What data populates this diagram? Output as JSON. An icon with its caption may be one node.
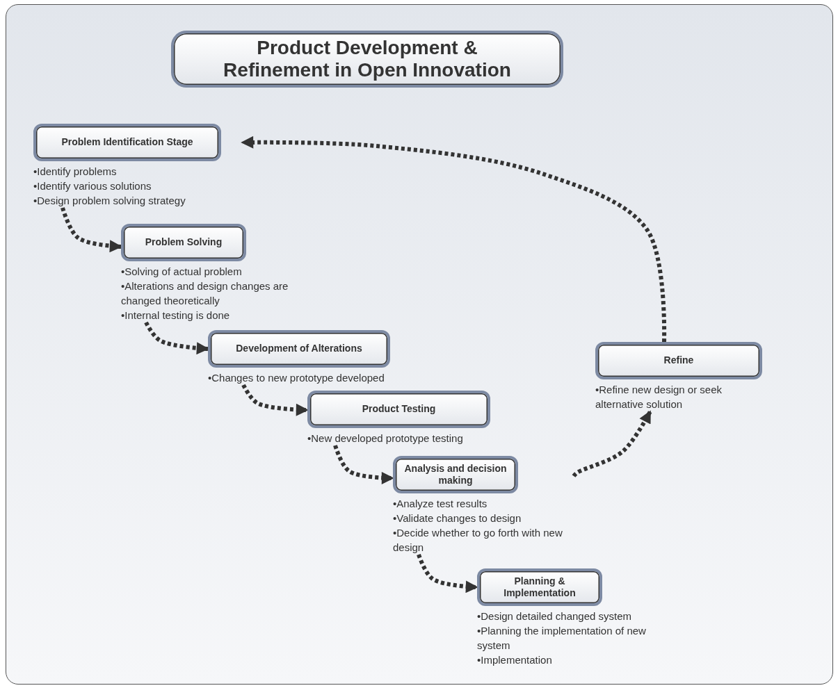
{
  "diagram": {
    "title": "Product Development & Refinement in Open Innovation",
    "nodes": [
      {
        "text": [
          "Problem Identification Stage"
        ],
        "beside": [
          "•Identify problems",
          "•Identify various solutions",
          "•Design problem solving strategy"
        ]
      },
      {
        "text": [
          "Problem Solving"
        ],
        "beside": [
          "•Solving of actual problem",
          "•Alterations and design changes are changed theoretically",
          "•Internal testing is done"
        ]
      },
      {
        "text": [
          "Development of Alterations"
        ],
        "beside": [
          "•Changes to new prototype developed"
        ]
      },
      {
        "text": [
          "Product Testing"
        ],
        "beside": [
          "•New developed prototype testing"
        ]
      },
      {
        "text": [
          "Analysis and decision making"
        ],
        "beside": [
          "•Analyze test results",
          "•Validate changes to design",
          "•Decide whether to go forth with new design"
        ]
      },
      {
        "text": [
          "Planning & Implementation"
        ],
        "beside": [
          "•Design detailed changed system",
          "•Planning the implementation of new system",
          "•Implementation"
        ]
      },
      {
        "text": [
          "Refine"
        ],
        "beside": [
          "•Refine new design or seek alternative solution"
        ]
      }
    ],
    "edges": [
      {
        "from": 0,
        "to": 1,
        "arrow": "to"
      },
      {
        "from": 1,
        "to": 2,
        "arrow": "to"
      },
      {
        "from": 2,
        "to": 3,
        "arrow": "to"
      },
      {
        "from": 3,
        "to": 4,
        "arrow": "to"
      },
      {
        "from": 4,
        "to": 5,
        "arrow": "to"
      },
      {
        "from": 4,
        "to": 6,
        "arrow": "to"
      },
      {
        "from": 6,
        "to": 0,
        "arrow": "to"
      }
    ]
  }
}
